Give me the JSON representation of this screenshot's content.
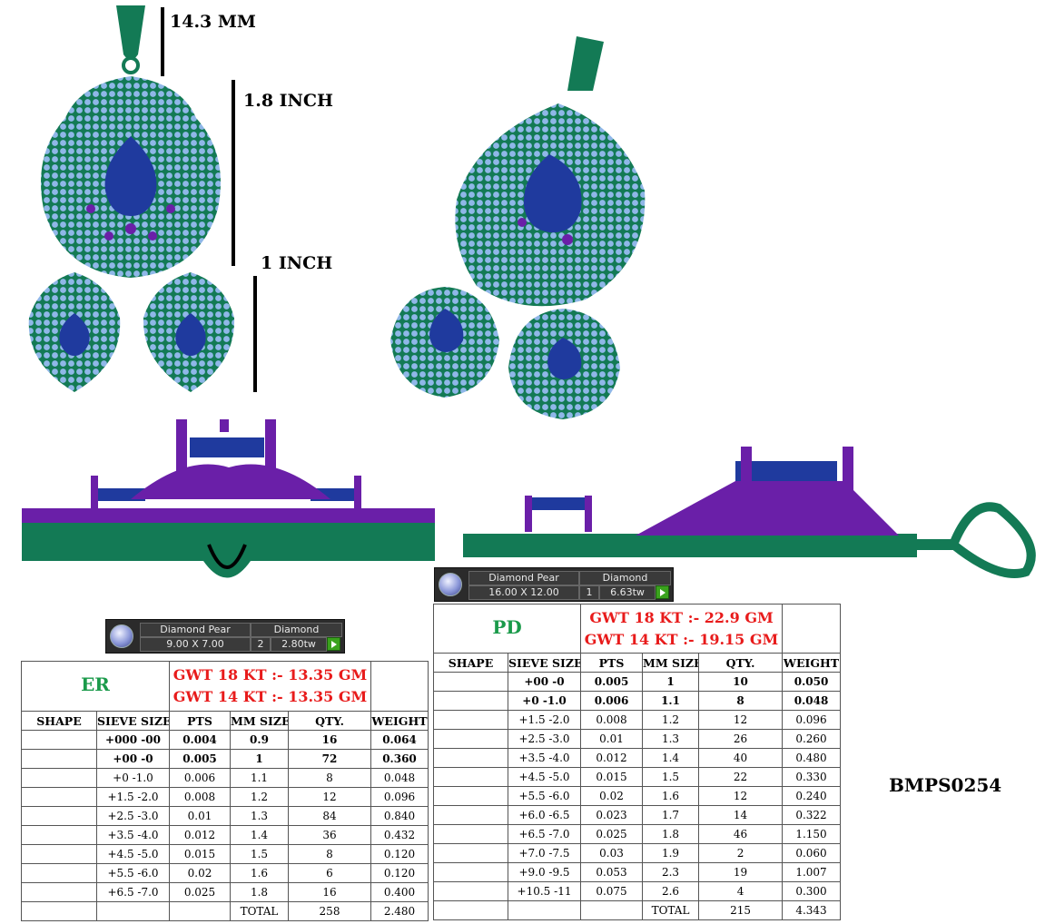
{
  "dimensions": {
    "bail": "14.3 MM",
    "pendant": "1.8 INCH",
    "earring": "1 INCH"
  },
  "colors": {
    "metal": "#137a55",
    "stone_center": "#1f3a9e",
    "accent_stone": "#6a1fa8",
    "diamond": "#8fb7e8",
    "header_green": "#1a9a4a",
    "header_red": "#e81b1b"
  },
  "er_stone_panel": {
    "icon": "diamond-pear-icon",
    "shape_label": "Diamond Pear",
    "type_label": "Diamond",
    "size": "9.00 X 7.00",
    "count": "2",
    "weight": "2.80tw"
  },
  "pd_stone_panel": {
    "icon": "diamond-pear-icon",
    "shape_label": "Diamond Pear",
    "type_label": "Diamond",
    "size": "16.00 X 12.00",
    "count": "1",
    "weight": "6.63tw"
  },
  "er_table": {
    "name": "ER",
    "gwt18": "GWT 18 KT :- 13.35 GM",
    "gwt14": "GWT 14 KT :- 13.35 GM",
    "columns": [
      "SHAPE",
      "SIEVE SIZE",
      "PTS",
      "MM SIZE",
      "QTY.",
      "WEIGHT"
    ],
    "rows": [
      {
        "shape": "",
        "sieve": "+000 -00",
        "pts": "0.004",
        "mm": "0.9",
        "qty": "16",
        "weight": "0.064",
        "bold": true
      },
      {
        "shape": "",
        "sieve": "+00 -0",
        "pts": "0.005",
        "mm": "1",
        "qty": "72",
        "weight": "0.360",
        "bold": true
      },
      {
        "shape": "",
        "sieve": "+0 -1.0",
        "pts": "0.006",
        "mm": "1.1",
        "qty": "8",
        "weight": "0.048",
        "bold": false
      },
      {
        "shape": "",
        "sieve": "+1.5 -2.0",
        "pts": "0.008",
        "mm": "1.2",
        "qty": "12",
        "weight": "0.096",
        "bold": false
      },
      {
        "shape": "",
        "sieve": "+2.5 -3.0",
        "pts": "0.01",
        "mm": "1.3",
        "qty": "84",
        "weight": "0.840",
        "bold": false
      },
      {
        "shape": "",
        "sieve": "+3.5 -4.0",
        "pts": "0.012",
        "mm": "1.4",
        "qty": "36",
        "weight": "0.432",
        "bold": false
      },
      {
        "shape": "",
        "sieve": "+4.5 -5.0",
        "pts": "0.015",
        "mm": "1.5",
        "qty": "8",
        "weight": "0.120",
        "bold": false
      },
      {
        "shape": "",
        "sieve": "+5.5 -6.0",
        "pts": "0.02",
        "mm": "1.6",
        "qty": "6",
        "weight": "0.120",
        "bold": false
      },
      {
        "shape": "",
        "sieve": "+6.5 -7.0",
        "pts": "0.025",
        "mm": "1.8",
        "qty": "16",
        "weight": "0.400",
        "bold": false
      }
    ],
    "total_label": "TOTAL",
    "total_qty": "258",
    "total_weight": "2.480"
  },
  "pd_table": {
    "name": "PD",
    "gwt18": "GWT 18 KT :- 22.9 GM",
    "gwt14": "GWT 14 KT :- 19.15 GM",
    "columns": [
      "SHAPE",
      "SIEVE SIZE",
      "PTS",
      "MM SIZE",
      "QTY.",
      "WEIGHT"
    ],
    "rows": [
      {
        "shape": "",
        "sieve": "+00 -0",
        "pts": "0.005",
        "mm": "1",
        "qty": "10",
        "weight": "0.050",
        "bold": true
      },
      {
        "shape": "",
        "sieve": "+0 -1.0",
        "pts": "0.006",
        "mm": "1.1",
        "qty": "8",
        "weight": "0.048",
        "bold": true
      },
      {
        "shape": "",
        "sieve": "+1.5 -2.0",
        "pts": "0.008",
        "mm": "1.2",
        "qty": "12",
        "weight": "0.096",
        "bold": false
      },
      {
        "shape": "",
        "sieve": "+2.5 -3.0",
        "pts": "0.01",
        "mm": "1.3",
        "qty": "26",
        "weight": "0.260",
        "bold": false
      },
      {
        "shape": "",
        "sieve": "+3.5 -4.0",
        "pts": "0.012",
        "mm": "1.4",
        "qty": "40",
        "weight": "0.480",
        "bold": false
      },
      {
        "shape": "",
        "sieve": "+4.5 -5.0",
        "pts": "0.015",
        "mm": "1.5",
        "qty": "22",
        "weight": "0.330",
        "bold": false
      },
      {
        "shape": "",
        "sieve": "+5.5 -6.0",
        "pts": "0.02",
        "mm": "1.6",
        "qty": "12",
        "weight": "0.240",
        "bold": false
      },
      {
        "shape": "",
        "sieve": "+6.0 -6.5",
        "pts": "0.023",
        "mm": "1.7",
        "qty": "14",
        "weight": "0.322",
        "bold": false
      },
      {
        "shape": "",
        "sieve": "+6.5 -7.0",
        "pts": "0.025",
        "mm": "1.8",
        "qty": "46",
        "weight": "1.150",
        "bold": false
      },
      {
        "shape": "",
        "sieve": "+7.0 -7.5",
        "pts": "0.03",
        "mm": "1.9",
        "qty": "2",
        "weight": "0.060",
        "bold": false
      },
      {
        "shape": "",
        "sieve": "+9.0 -9.5",
        "pts": "0.053",
        "mm": "2.3",
        "qty": "19",
        "weight": "1.007",
        "bold": false
      },
      {
        "shape": "",
        "sieve": "+10.5 -11",
        "pts": "0.075",
        "mm": "2.6",
        "qty": "4",
        "weight": "0.300",
        "bold": false
      }
    ],
    "total_label": "TOTAL",
    "total_qty": "215",
    "total_weight": "4.343"
  },
  "product_code": "BMPS0254"
}
